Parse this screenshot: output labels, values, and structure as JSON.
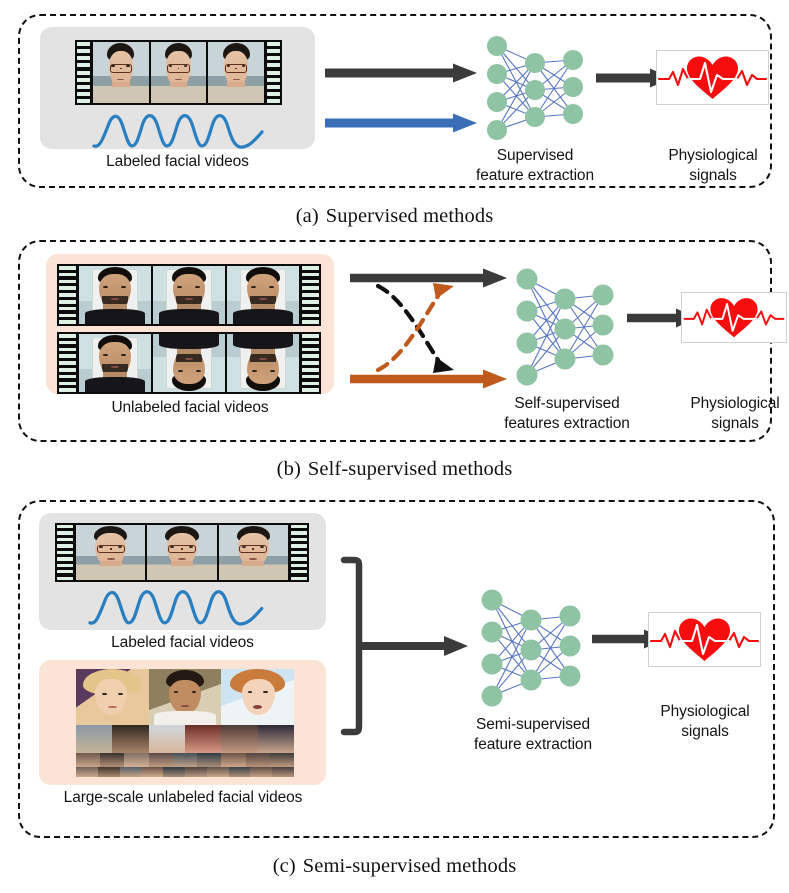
{
  "figure": {
    "panels": [
      {
        "id": "a",
        "caption_tag": "(a)",
        "caption_text": "Supervised methods",
        "box_tint": "#e3e3e3",
        "input_label": "Labeled facial videos",
        "model_label_line1": "Supervised",
        "model_label_line2": "feature extraction",
        "output_label_line1": "Physiological",
        "output_label_line2": "signals",
        "arrows": [
          {
            "name": "video-stream-arrow",
            "color": "#3b3b3b",
            "style": "solid"
          },
          {
            "name": "label-signal-arrow",
            "color": "#3a6fb8",
            "style": "solid"
          },
          {
            "name": "features-to-output-arrow",
            "color": "#3b3b3b",
            "style": "solid"
          }
        ],
        "film_strips": 1,
        "has_ppg_waveform": true
      },
      {
        "id": "b",
        "caption_tag": "(b)",
        "caption_text": "Self-supervised methods",
        "box_tint": "#fbe4d5",
        "input_label": "Unlabeled facial videos",
        "model_label_line1": "Self-supervised",
        "model_label_line2": "features extraction",
        "output_label_line1": "Physiological",
        "output_label_line2": "signals",
        "arrows": [
          {
            "name": "original-view-arrow",
            "color": "#3b3b3b",
            "style": "solid"
          },
          {
            "name": "augmented-view-arrow",
            "color": "#c05a1c",
            "style": "solid"
          },
          {
            "name": "contrastive-cross-black",
            "color": "#111111",
            "style": "dashed-curve"
          },
          {
            "name": "contrastive-cross-orange",
            "color": "#c05a1c",
            "style": "dashed-curve"
          },
          {
            "name": "features-to-output-arrow",
            "color": "#3b3b3b",
            "style": "solid"
          }
        ],
        "film_strips": 2,
        "has_ppg_waveform": false
      },
      {
        "id": "c",
        "caption_tag": "(c)",
        "caption_text": "Semi-supervised methods",
        "box_tint_labeled": "#e3e3e3",
        "box_tint_unlabeled": "#fbe4d5",
        "input_label_labeled": "Labeled facial videos",
        "input_label_unlabeled": "Large-scale unlabeled facial videos",
        "model_label_line1": "Semi-supervised",
        "model_label_line2": "feature extraction",
        "output_label_line1": "Physiological",
        "output_label_line2": "signals",
        "arrows": [
          {
            "name": "merge-bracket-arrow",
            "color": "#3b3b3b",
            "style": "bracket"
          },
          {
            "name": "features-to-output-arrow",
            "color": "#3b3b3b",
            "style": "solid"
          }
        ],
        "film_strips": 1,
        "has_ppg_waveform": true,
        "has_face_collage": true
      }
    ],
    "icons": {
      "film_strip": "film-strip-icon",
      "ppg_wave": "ppg-waveform-icon",
      "neural_net": "neural-network-icon",
      "heart_ecg": "heart-ecg-icon",
      "face_collage": "face-collage-icon"
    },
    "neural_network": {
      "layer_sizes": [
        4,
        3,
        3
      ],
      "node_color": "#8ec4a4",
      "edge_color": "#4f6fc0"
    },
    "colors": {
      "panel_border": "#111111",
      "arrow_dark": "#3b3b3b",
      "arrow_blue": "#3a6fb8",
      "arrow_orange": "#c05a1c",
      "heart_red": "#f60d0d",
      "ppg_blue": "#2a7fc1",
      "grey_box": "#e3e3e3",
      "peach_box": "#fbe4d5",
      "film_black": "#0b0b0b",
      "perforation": "#dff0e4"
    }
  }
}
